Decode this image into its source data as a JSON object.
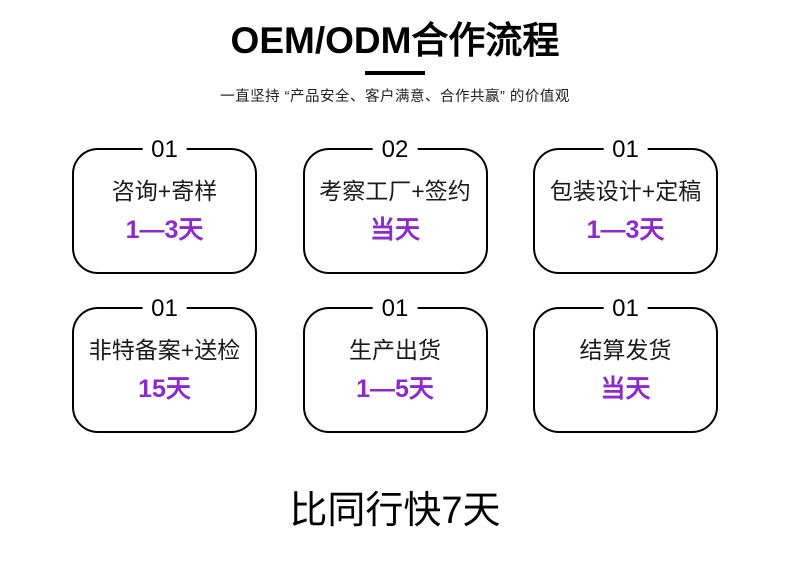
{
  "header": {
    "title": "OEM/ODM合作流程",
    "subtitle": "一直坚持 “产品安全、客户满意、合作共赢” 的价值观"
  },
  "steps": [
    {
      "number": "01",
      "label": "咨询+寄样",
      "duration": "1—3天"
    },
    {
      "number": "02",
      "label": "考察工厂+签约",
      "duration": "当天"
    },
    {
      "number": "01",
      "label": "包装设计+定稿",
      "duration": "1—3天"
    },
    {
      "number": "01",
      "label": "非特备案+送检",
      "duration": "15天"
    },
    {
      "number": "01",
      "label": "生产出货",
      "duration": "1—5天"
    },
    {
      "number": "01",
      "label": "结算发货",
      "duration": "当天"
    }
  ],
  "footer": {
    "slogan": "比同行快7天"
  },
  "colors": {
    "accent_purple": "#8C2BC9",
    "border_black": "#000000",
    "background": "#ffffff"
  }
}
